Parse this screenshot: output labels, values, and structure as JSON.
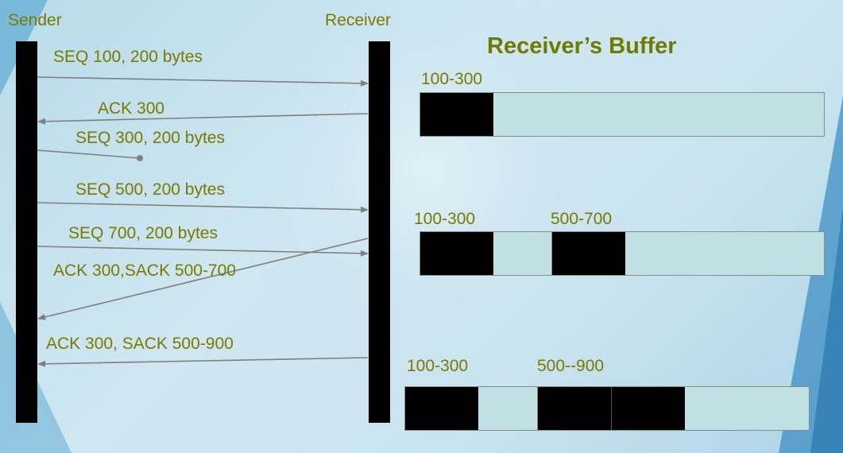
{
  "header": {
    "sender": "Sender",
    "receiver": "Receiver",
    "buffer_title": "Receiver’s Buffer"
  },
  "messages": [
    {
      "label": "SEQ 100, 200 bytes",
      "direction": "to-receiver"
    },
    {
      "label": "ACK 300",
      "direction": "to-sender"
    },
    {
      "label": "SEQ 300, 200 bytes",
      "direction": "lost"
    },
    {
      "label": "SEQ 500, 200 bytes",
      "direction": "to-receiver"
    },
    {
      "label": "SEQ 700, 200 bytes",
      "direction": "to-receiver"
    },
    {
      "label": "ACK 300,SACK 500-700",
      "direction": "to-sender"
    },
    {
      "label": "ACK 300, SACK 500-900",
      "direction": "to-sender"
    }
  ],
  "buffers": [
    {
      "labels": [
        "100-300"
      ]
    },
    {
      "labels": [
        "100-300",
        "500-700"
      ]
    },
    {
      "labels": [
        "100-300",
        "500--900"
      ]
    }
  ],
  "colors": {
    "text": "#7a7a00",
    "title": "#6e7a00",
    "arrow": "#7f7f7f",
    "buffer_fill": "#bfe1e4",
    "received": "#000000"
  }
}
